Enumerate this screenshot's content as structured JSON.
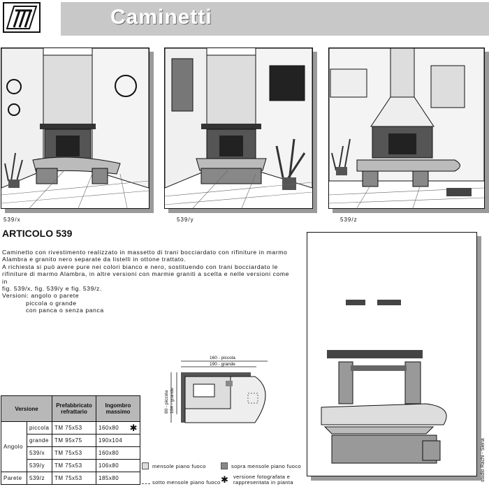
{
  "header": {
    "title": "Caminetti"
  },
  "captions": [
    "539/x",
    "539/y",
    "539/z"
  ],
  "article": {
    "title": "ARTICOLO 539",
    "lines": [
      "Caminetto con rivestimento realizzato in massetto di trani bocciardato con rifiniture in marmo",
      "Alambra e granito nero separate da listelli in ottone trattato.",
      "A richiesta si può avere pure nei colori bianco e nero, sostituendo con trani bocciardato le",
      "rifiniture di marmo Alambra, in altre versioni con marmie graniti a scelta e nelle versioni come in",
      "fig. 539/x, fig. 539/y e fig. 539/z."
    ],
    "versions": [
      "Versioni: angolo o parete",
      "piccola o grande",
      "con panca o senza panca"
    ]
  },
  "plan": {
    "dim_top1": "160 - piccola",
    "dim_top2": "190 - grande",
    "dim_left1": "80 - piccola",
    "dim_left2": "104 - grande"
  },
  "table": {
    "headers": [
      "Versione",
      "Prefabbricato refrattario",
      "Ingombro massimo"
    ],
    "groups": [
      {
        "label": "Angolo",
        "rows": [
          {
            "v": "piccola",
            "p": "TM 75x53",
            "i": "160x80",
            "star": "✱"
          },
          {
            "v": "grande",
            "p": "TM 95x75",
            "i": "190x104",
            "star": ""
          },
          {
            "v": "539/x",
            "p": "TM 75x53",
            "i": "160x80",
            "star": ""
          },
          {
            "v": "539/y",
            "p": "TM 75x53",
            "i": "106x80",
            "star": ""
          }
        ]
      },
      {
        "label": "Parete",
        "rows": [
          {
            "v": "539/z",
            "p": "TM 75x53",
            "i": "185x80",
            "star": ""
          }
        ]
      }
    ]
  },
  "legend": {
    "item1": "mensole piano fuoco",
    "item2": "sopra mensole piano fuoco",
    "item3": "sotto mensole piano fuoco",
    "item4a": "versione fotografata e",
    "item4b": "rappresentata in pianta",
    "star": "✱"
  },
  "credit": "studio Rachi - Siena"
}
